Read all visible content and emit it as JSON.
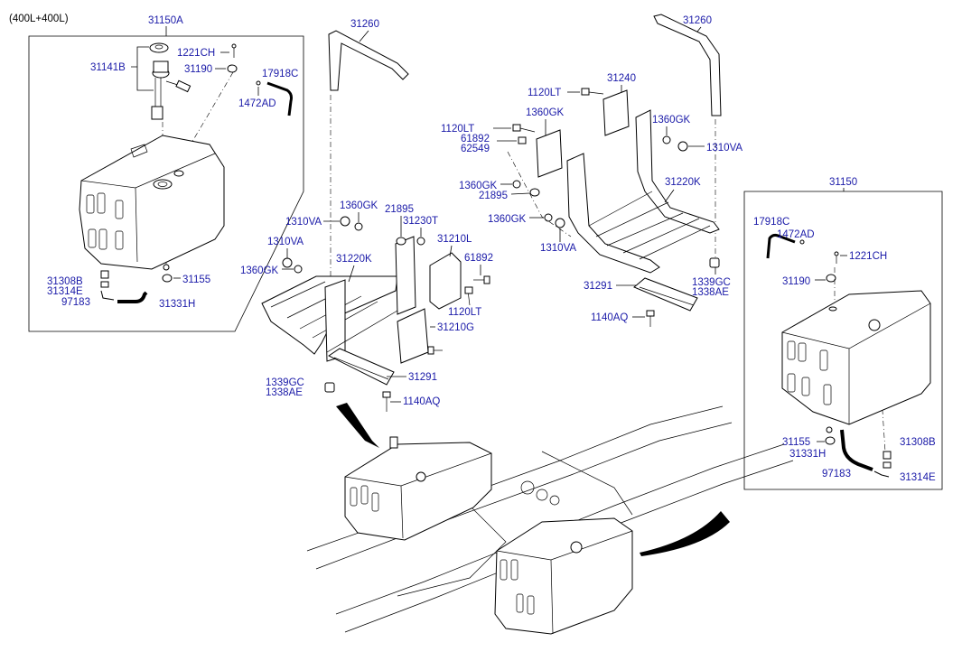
{
  "variant_label": "(400L+400L)",
  "callouts": {
    "c31150A": "31150A",
    "c31141B": "31141B",
    "c1221CH_l": "1221CH",
    "c31190_l": "31190",
    "c17918C_l": "17918C",
    "c1472AD_l": "1472AD",
    "c31308B_l": "31308B",
    "c31314E_l": "31314E",
    "c97183_l": "97183",
    "c31155_l": "31155",
    "c31331H_l": "31331H",
    "c31260_l": "31260",
    "c1310VA_a": "1310VA",
    "c1360GK_a": "1360GK",
    "c21895_a": "21895",
    "c31230T": "31230T",
    "c31210L": "31210L",
    "c1310VA_b": "1310VA",
    "c1360GK_b": "1360GK",
    "c31220K_l": "31220K",
    "c61892_a": "61892",
    "c1120LT_a": "1120LT",
    "c31210G": "31210G",
    "c31291_l": "31291",
    "c1339GC_l": "1339GC",
    "c1338AE_l": "1338AE",
    "c1140AQ_l": "1140AQ",
    "c31260_r": "31260",
    "c31240": "31240",
    "c1120LT_b": "1120LT",
    "c1360GK_c": "1360GK",
    "c1120LT_c": "1120LT",
    "c61892_b": "61892",
    "c62549": "62549",
    "c1360GK_d": "1360GK",
    "c1310VA_c": "1310VA",
    "c1360GK_e": "1360GK",
    "c21895_b": "21895",
    "c31220K_r": "31220K",
    "c1360GK_f": "1360GK",
    "c1310VA_d": "1310VA",
    "c31291_r": "31291",
    "c1339GC_r": "1339GC",
    "c1338AE_r": "1338AE",
    "c1140AQ_r": "1140AQ",
    "c31150": "31150",
    "c17918C_r": "17918C",
    "c1472AD_r": "1472AD",
    "c1221CH_r": "1221CH",
    "c31190_r": "31190",
    "c31155_r": "31155",
    "c31331H_r": "31331H",
    "c31308B_r": "31308B",
    "c97183_r": "97183",
    "c31314E_r": "31314E"
  }
}
